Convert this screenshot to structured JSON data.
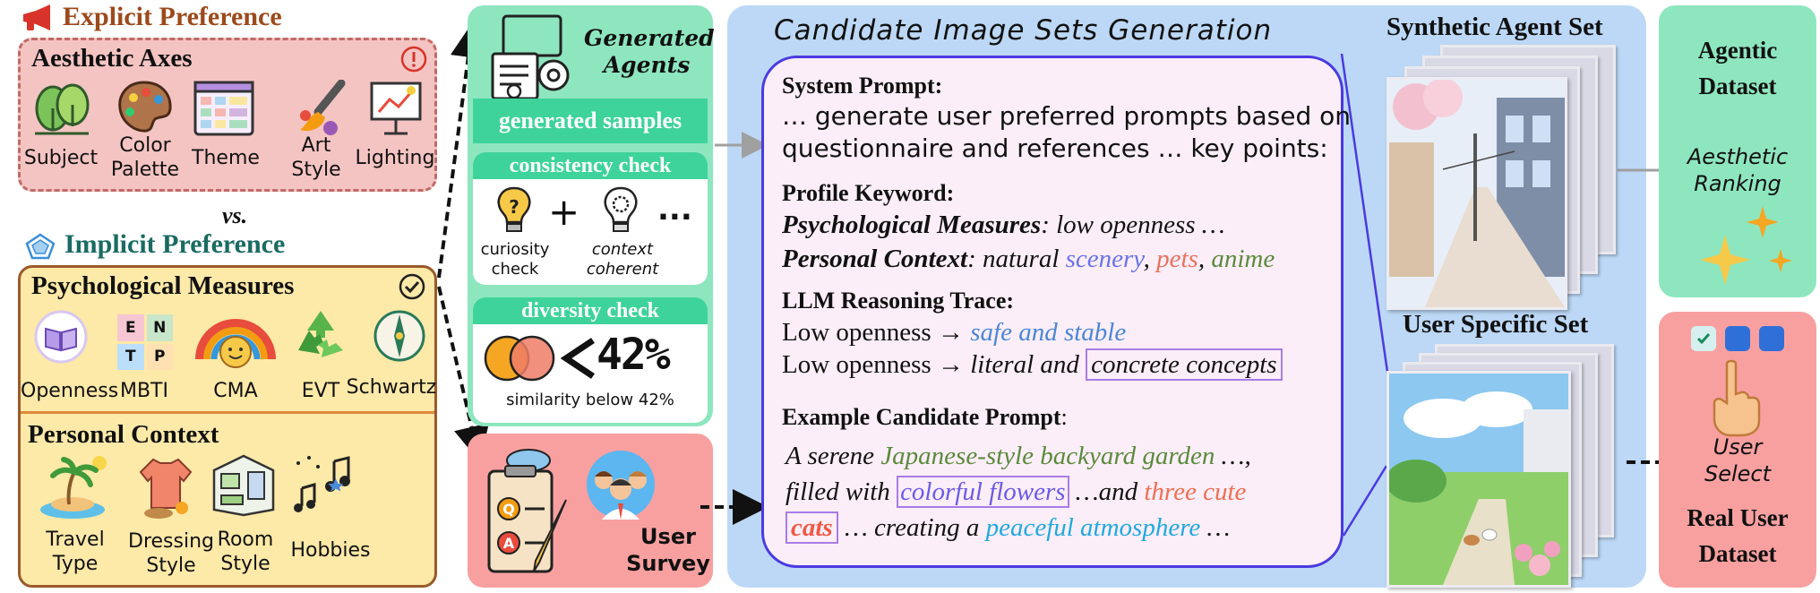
{
  "explicit": {
    "title": "Explicit Preference",
    "axes_title": "Aesthetic Axes",
    "axes": [
      "Subject",
      "Color\nPalette",
      "Theme",
      "Art\nStyle",
      "Lighting"
    ]
  },
  "vs_label": "vs.",
  "implicit": {
    "title": "Implicit Preference",
    "psych_title": "Psychological Measures",
    "psych_items": [
      "Openness",
      "MBTI",
      "CMA",
      "EVT",
      "Schwartz"
    ],
    "mbti_letters": [
      "E",
      "N",
      "T",
      "P"
    ],
    "context_title": "Personal Context",
    "context_items": [
      "Travel\nType",
      "Dressing\nStyle",
      "Room\nStyle",
      "Hobbies"
    ]
  },
  "agents": {
    "title": "Generated\nAgents",
    "samples_label": "generated samples",
    "consistency_title": "consistency check",
    "consistency_items": [
      "curiosity\ncheck",
      "context\ncoherent"
    ],
    "plus": "+",
    "ellipsis": "...",
    "diversity_title": "diversity check",
    "diversity_value": "42%",
    "diversity_caption": "similarity below 42%",
    "survey_label": "User\nSurvey",
    "q_letter": "Q",
    "a_letter": "A"
  },
  "generation": {
    "title": "Candidate Image Sets Generation",
    "system_prompt_label": "System Prompt:",
    "system_prompt_line1": "… generate user preferred prompts based on",
    "system_prompt_line2": "questionnaire and references … key points:",
    "profile_label": "Profile Keyword:",
    "psych_key": "Psychological Measures",
    "psych_value": ": low openness …",
    "context_key": "Personal Context",
    "context_sep": ": natural ",
    "kw_scenery": "scenery",
    "kw_comma1": ", ",
    "kw_pets": "pets",
    "kw_comma2": ", ",
    "kw_anime": "anime",
    "trace_label": "LLM Reasoning Trace:",
    "trace1_prefix": "Low openness → ",
    "trace1_value": "safe and stable",
    "trace2_prefix": "Low openness → ",
    "trace2_value_a": "literal and ",
    "trace2_value_b": "concrete concepts",
    "example_label": "Example Candidate Prompt",
    "example_colon": ":",
    "ex1_a": "A serene ",
    "ex1_b": "Japanese-style backyard garden",
    "ex1_c": " …,",
    "ex2_a": "filled with ",
    "ex2_b": "colorful flowers",
    "ex2_c": " …and ",
    "ex2_d": "three cute",
    "ex3_a": "cats",
    "ex3_b": " … creating a ",
    "ex3_c": "peaceful atmosphere",
    "ex3_d": " …"
  },
  "sets": {
    "synthetic_title": "Synthetic Agent Set",
    "user_title": "User Specific Set"
  },
  "outputs": {
    "agentic_title": "Agentic\nDataset",
    "aesthetic_ranking": "Aesthetic\nRanking",
    "user_select": "User\nSelect",
    "real_title": "Real User\nDataset"
  },
  "colors": {
    "explicit_title": "#9c4a1c",
    "implicit_title": "#1a6b62",
    "scenery": "#6a73e8",
    "pets": "#e8725f",
    "anime": "#5a8a3c",
    "safe": "#4a86d8",
    "concrete_box": "#a97ce8",
    "garden": "#5a8a3c",
    "flowers": "#6a5ae8",
    "cute": "#ef6f52",
    "cats": "#ef5a45",
    "peaceful": "#20a8e0"
  }
}
